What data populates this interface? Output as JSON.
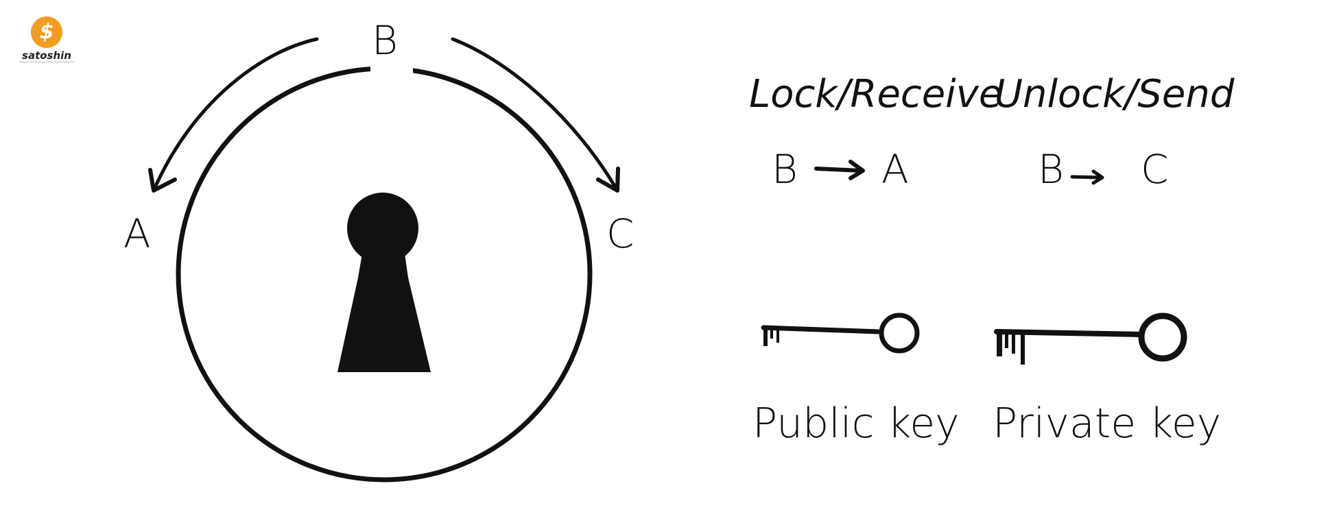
{
  "logo": {
    "symbol": "$",
    "brand": "satoshin",
    "color": "#f39c1f"
  },
  "cycle": {
    "node_top": "B",
    "node_left": "A",
    "node_right": "C"
  },
  "legend": {
    "lock_title": "Lock/Receive",
    "unlock_title": "Unlock/Send",
    "lock_from": "B",
    "lock_to": "A",
    "unlock_from": "B",
    "unlock_to": "C",
    "public_key": "Public key",
    "private_key": "Private key"
  }
}
